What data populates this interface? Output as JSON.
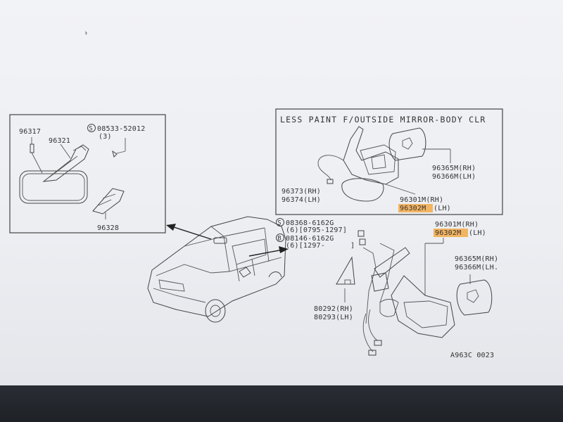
{
  "labels": {
    "inner_mirror": {
      "p96317": "96317",
      "p96321": "96321",
      "screw_ref": "08533-52012",
      "screw_symbol": "S",
      "screw_qty": "(3)",
      "p96328": "96328"
    },
    "inset": {
      "title": "LESS PAINT F/OUTSIDE MIRROR-BODY CLR",
      "rh_1": "96365M(RH)",
      "lh_1": "96366M(LH)",
      "rh_2": "96373(RH)",
      "lh_2": "96374(LH)",
      "rh_3": "96301M(RH)",
      "lh_3_part": "96302M",
      "lh_3_side": "(LH)"
    },
    "bolts": {
      "s_symbol": "S",
      "s_ref": "08368-6162G",
      "s_qty": "(6)[0795-1297]",
      "b_symbol": "B",
      "b_ref": "08146-6162G",
      "b_qty": "(6)[1297-",
      "b_close": "]"
    },
    "outer_mirror": {
      "rh_1": "96301M(RH)",
      "lh_1_part": "96302M",
      "lh_1_side": "(LH)",
      "rh_2": "96365M(RH)",
      "lh_2": "96366M(LH.",
      "rh_3": "80292(RH)",
      "lh_3": "80293(LH)"
    },
    "code": "A963C 0023"
  },
  "colors": {
    "paper": "#eef0f3",
    "ink": "#444444",
    "highlight": "#f3a948",
    "bezel": "#24272c"
  }
}
